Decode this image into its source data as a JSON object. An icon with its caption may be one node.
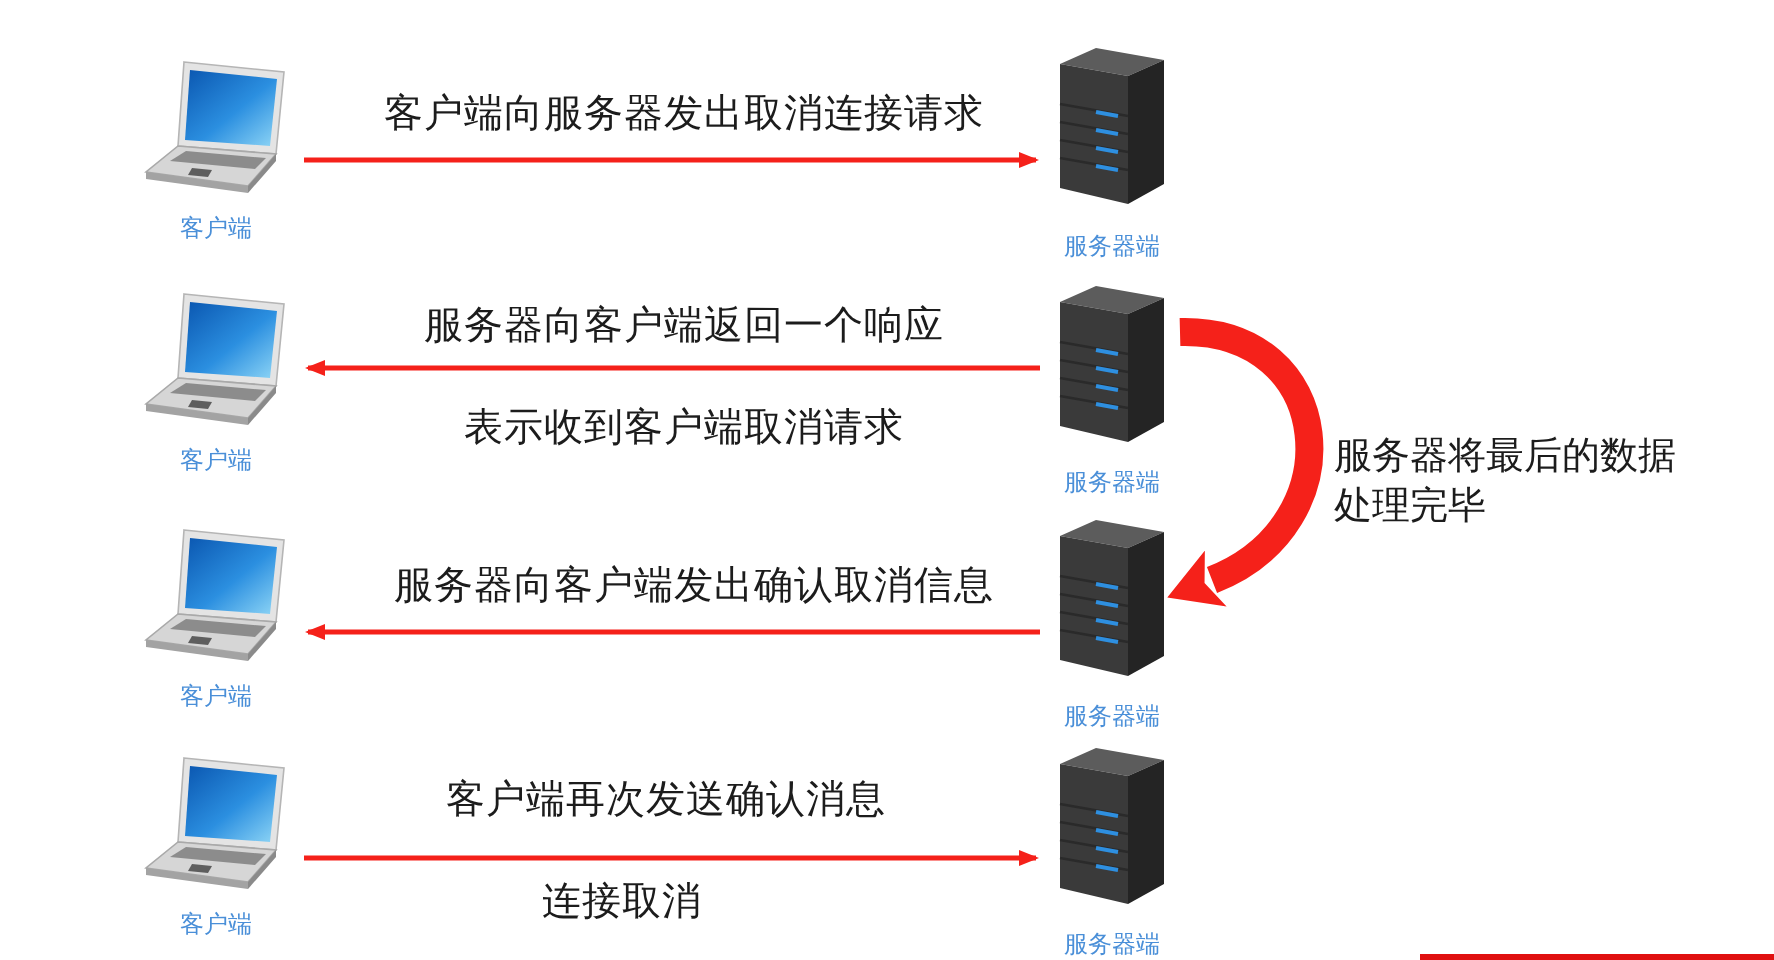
{
  "diagram": {
    "nodes": [
      {
        "text": [],
        "shape": "picture",
        "beside": [
          "客户端"
        ]
      },
      {
        "text": [],
        "shape": "picture",
        "beside": [
          "服务器端"
        ]
      },
      {
        "text": [],
        "shape": "picture",
        "beside": [
          "客户端"
        ]
      },
      {
        "text": [],
        "shape": "picture",
        "beside": [
          "服务器端"
        ]
      },
      {
        "text": [],
        "shape": "picture",
        "beside": [
          "客户端"
        ]
      },
      {
        "text": [],
        "shape": "picture",
        "beside": [
          "服务器端"
        ]
      },
      {
        "text": [],
        "shape": "picture",
        "beside": [
          "客户端"
        ]
      },
      {
        "text": [],
        "shape": "picture",
        "beside": [
          "服务器端"
        ]
      }
    ],
    "edges": [
      {
        "from": 0,
        "to": 1,
        "arrow": "to",
        "label": "客户端向服务器发出取消连接请求"
      },
      {
        "from": 3,
        "to": 2,
        "arrow": "to",
        "label": "服务器向客户端返回一个响应"
      },
      {
        "from": 3,
        "to": 5,
        "arrow": "to",
        "label": "服务器将最后的数据处理完毕",
        "style": "thick"
      },
      {
        "from": 5,
        "to": 4,
        "arrow": "to",
        "label": "服务器向客户端发出确认取消信息"
      },
      {
        "from": 6,
        "to": 7,
        "arrow": "to",
        "label": "客户端再次发送确认消息"
      }
    ],
    "labels": [
      "表示收到客户端取消请求",
      "连接取消"
    ]
  }
}
